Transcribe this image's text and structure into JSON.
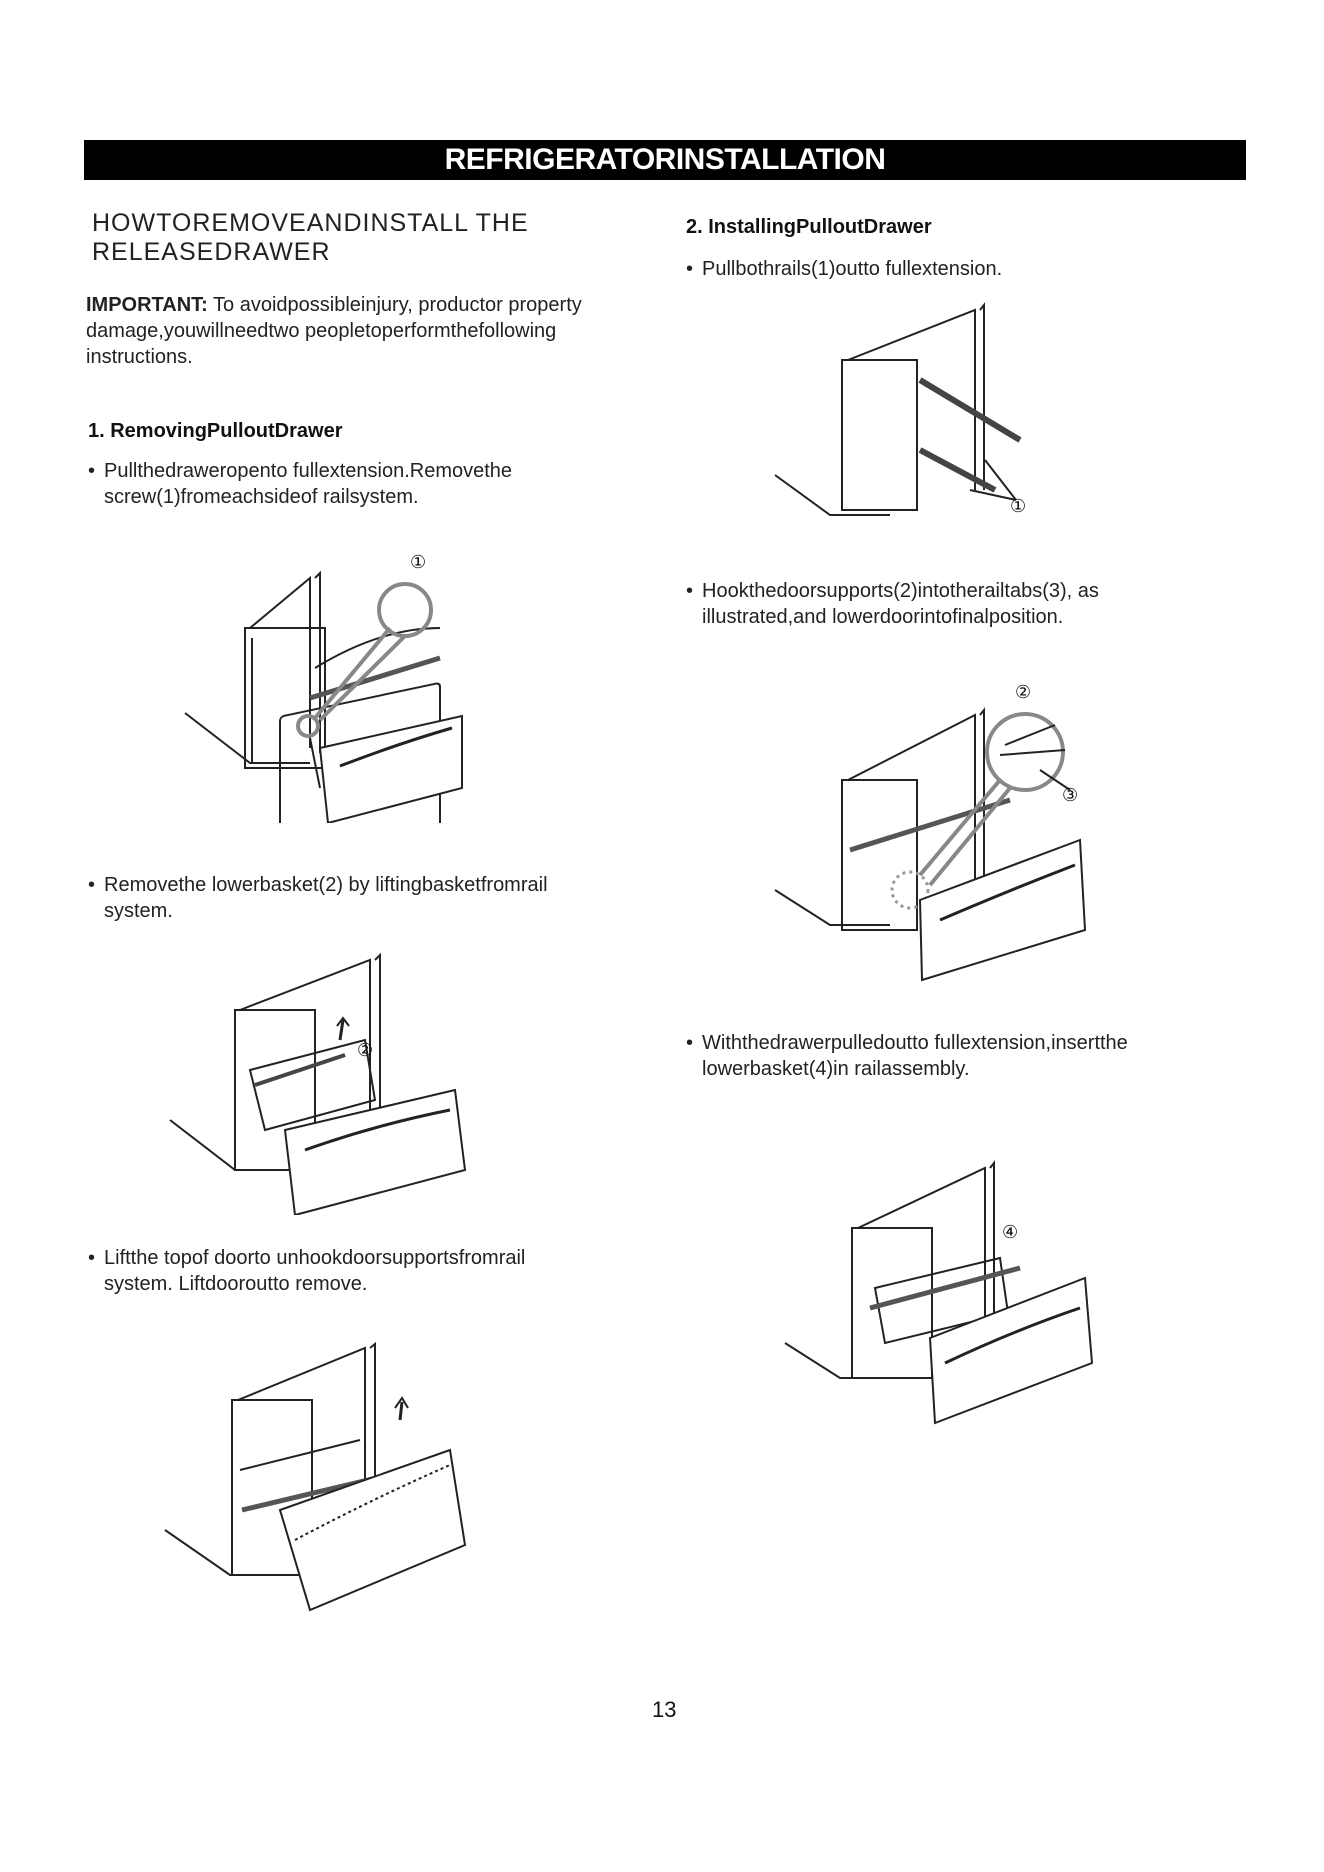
{
  "header": {
    "title": "REFRIGERATORINSTALLATION"
  },
  "left": {
    "section_title_line1": "HOWTOREMOVEANDINSTALL THE",
    "section_title_line2": "RELEASEDRAWER",
    "important_label": "IMPORTANT:",
    "important_line1": " To avoidpossibleinjury, productor property",
    "important_line2": "damage,youwillneedtwo peopletoperformthefollowing",
    "important_line3": "instructions.",
    "step1_title": "1. RemovingPulloutDrawer",
    "bullet1_line1": "Pullthedraweropento fullextension.Removethe",
    "bullet1_line2": "screw(1)fromeachsideof railsystem.",
    "bullet2_line1": "Removethe lowerbasket(2) by liftingbasketfromrail",
    "bullet2_line2": "system.",
    "bullet3_line1": "Liftthe topof doorto unhookdoorsupportsfromrail",
    "bullet3_line2": "system. Liftdooroutto remove."
  },
  "right": {
    "step2_title": "2. InstallingPulloutDrawer",
    "bullet1": "Pullbothrails(1)outto fullextension.",
    "bullet2_line1": "Hookthedoorsupports(2)intotherailtabs(3), as",
    "bullet2_line2": "illustrated,and lowerdoorintofinalposition.",
    "bullet3_line1": "Withthedrawerpulledoutto fullextension,insertthe",
    "bullet3_line2": "lowerbasket(4)in railassembly."
  },
  "callouts": {
    "c1": "①",
    "c2": "②",
    "c3": "③",
    "c4": "④"
  },
  "page_number": "13"
}
